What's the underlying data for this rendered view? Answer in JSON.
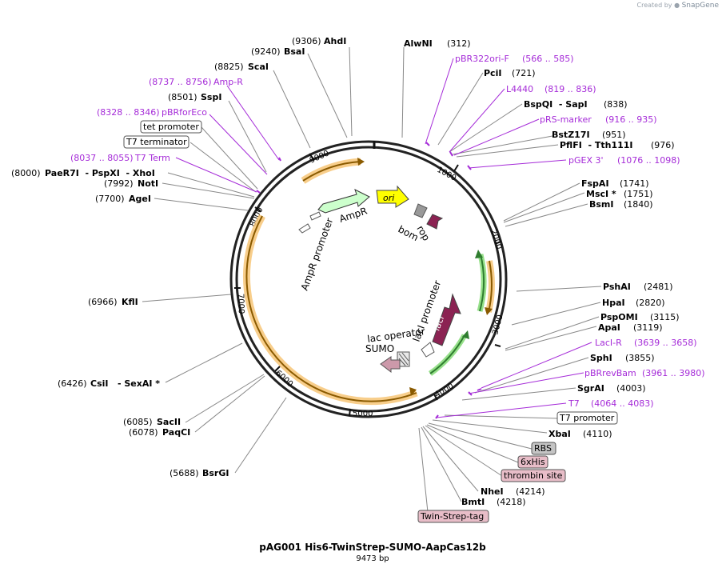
{
  "credit": {
    "prefix": "Created by",
    "brand": "SnapGene"
  },
  "title": "pAG001 His6-TwinStrep-SUMO-AapCas12b",
  "length_label": "9473 bp",
  "ticks": [
    "1000",
    "2000",
    "3000",
    "4000",
    "5000",
    "6000",
    "7000",
    "8000",
    "9000"
  ],
  "sites": [
    {
      "pos": "(9306)",
      "name": "AhdI"
    },
    {
      "pos": "(9240)",
      "name": "BsaI"
    },
    {
      "pos": "(8825)",
      "name": "ScaI"
    },
    {
      "pos": "(8501)",
      "name": "SspI"
    },
    {
      "pos": "(8000)",
      "name": "PaeR7I  - PspXI  - XhoI"
    },
    {
      "pos": "(7992)",
      "name": "NotI"
    },
    {
      "pos": "(7700)",
      "name": "AgeI"
    },
    {
      "pos": "(6966)",
      "name": "KflI"
    },
    {
      "pos": "(6426)",
      "name": "CsiI   - SexAI *"
    },
    {
      "pos": "(6085)",
      "name": "SacII"
    },
    {
      "pos": "(6078)",
      "name": "PaqCI"
    },
    {
      "pos": "(5688)",
      "name": "BsrGI"
    },
    {
      "pos": "(312)",
      "name": "AlwNI"
    },
    {
      "pos": "(721)",
      "name": "PciI"
    },
    {
      "pos": "(838)",
      "name": "BspQI  - SapI"
    },
    {
      "pos": "(951)",
      "name": "BstZ17I"
    },
    {
      "pos": "(976)",
      "name": "PflFI  - Tth111I"
    },
    {
      "pos": "(1741)",
      "name": "FspAI"
    },
    {
      "pos": "(1751)",
      "name": "MscI *"
    },
    {
      "pos": "(1840)",
      "name": "BsmI"
    },
    {
      "pos": "(2481)",
      "name": "PshAI"
    },
    {
      "pos": "(2820)",
      "name": "HpaI"
    },
    {
      "pos": "(3115)",
      "name": "PspOMI"
    },
    {
      "pos": "(3119)",
      "name": "ApaI"
    },
    {
      "pos": "(3855)",
      "name": "SphI"
    },
    {
      "pos": "(4003)",
      "name": "SgrAI"
    },
    {
      "pos": "(4110)",
      "name": "XbaI"
    },
    {
      "pos": "(4214)",
      "name": "NheI"
    },
    {
      "pos": "(4218)",
      "name": "BmtI"
    }
  ],
  "primers": [
    {
      "name": "Amp-R",
      "range": "(8737 .. 8756)"
    },
    {
      "name": "pBRforEco",
      "range": "(8328 .. 8346)"
    },
    {
      "name": "T7 Term",
      "range": "(8037 .. 8055)"
    },
    {
      "name": "pBR322ori-F",
      "range": "(566 .. 585)"
    },
    {
      "name": "L4440",
      "range": "(819 .. 836)"
    },
    {
      "name": "pRS-marker",
      "range": "(916 .. 935)"
    },
    {
      "name": "pGEX 3'",
      "range": "(1076 .. 1098)"
    },
    {
      "name": "LacI-R",
      "range": "(3639 .. 3658)"
    },
    {
      "name": "pBRrevBam",
      "range": "(3961 .. 3980)"
    },
    {
      "name": "T7",
      "range": "(4064 .. 4083)"
    }
  ],
  "boxed": [
    {
      "name": "tet promoter",
      "fill": "#ffffff"
    },
    {
      "name": "T7 terminator",
      "fill": "#ffffff"
    },
    {
      "name": "T7 promoter",
      "fill": "#ffffff"
    },
    {
      "name": "RBS",
      "fill": "#c4c4c4"
    },
    {
      "name": "6xHis",
      "fill": "#e8bdc8"
    },
    {
      "name": "thrombin site",
      "fill": "#e8bdc8"
    },
    {
      "name": "Twin-Strep-tag",
      "fill": "#e8bdc8"
    }
  ],
  "features": {
    "ori": "ori",
    "ampr": "AmpR",
    "ampr_promoter": "AmpR promoter",
    "bom": "bom",
    "rop": "rop",
    "laci": "lacI",
    "laci_promoter": "lacI promoter",
    "lac_operator": "lac operator",
    "sumo": "SUMO"
  },
  "colors": {
    "backbone": "#222222",
    "primer": "#a52bd8",
    "cds_orange": "#f7c677",
    "cds_green": "#96e08a",
    "ori": "#ffff00",
    "laci": "#8b2252",
    "ampr": "#ccffcc",
    "sumo": "#cc99aa",
    "bom": "#999999"
  }
}
